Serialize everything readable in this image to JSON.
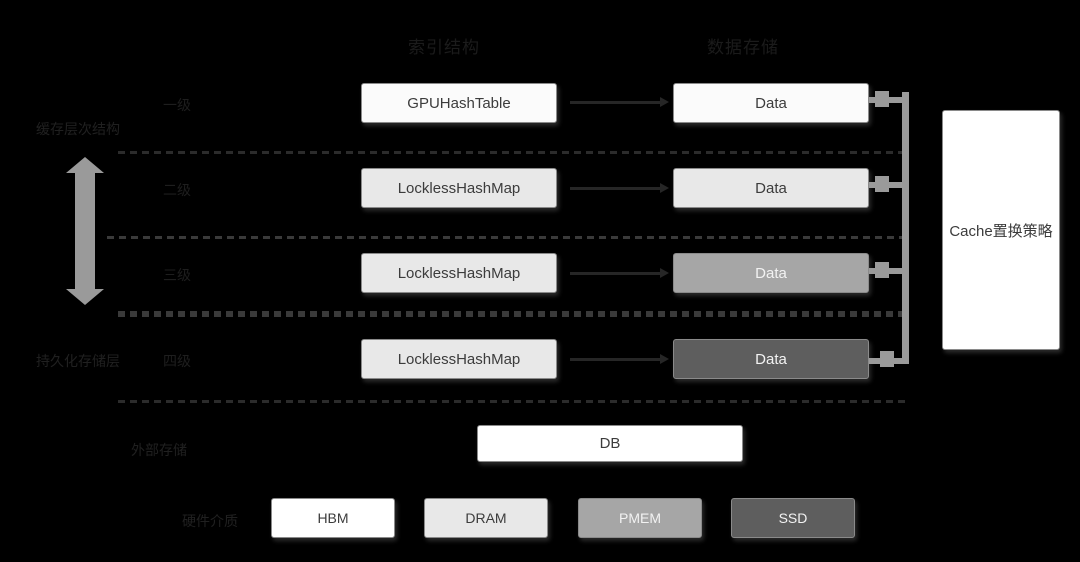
{
  "diagram": {
    "title": "Multi-tier Cache Hierarchy",
    "background": "#000000",
    "headers": {
      "index_column": "索引结构",
      "data_column": "数据存储"
    },
    "side_labels": {
      "cache_group": "缓存层次结构",
      "persist_group": "持久化存储层",
      "external_storage": "外部存储",
      "hardware_media": "硬件介质"
    },
    "tiers": [
      {
        "level_label": "一级",
        "index": "GPUHashTable",
        "data": "Data",
        "tone": "tone-white",
        "index_tone": "tone-white"
      },
      {
        "level_label": "二级",
        "index": "LocklessHashMap",
        "data": "Data",
        "tone": "tone-light",
        "index_tone": "tone-light"
      },
      {
        "level_label": "三级",
        "index": "LocklessHashMap",
        "data": "Data",
        "tone": "tone-mid",
        "index_tone": "tone-light"
      },
      {
        "level_label": "四级",
        "index": "LocklessHashMap",
        "data": "Data",
        "tone": "tone-dark",
        "index_tone": "tone-light"
      }
    ],
    "cache_policy": {
      "label": "Cache置换策略"
    },
    "database": {
      "label": "DB"
    },
    "media": [
      {
        "label": "HBM",
        "tone": "tone-pure"
      },
      {
        "label": "DRAM",
        "tone": "tone-light"
      },
      {
        "label": "PMEM",
        "tone": "tone-mid"
      },
      {
        "label": "SSD",
        "tone": "tone-dark"
      }
    ],
    "colors": {
      "background": "#000000",
      "connector": "#9a9a9a",
      "arrow": "#262626",
      "border": "#8a8a8a",
      "white": "#fbfbfb",
      "light": "#e8e8e8",
      "mid": "#a6a6a6",
      "dark": "#5e5e5e"
    }
  }
}
